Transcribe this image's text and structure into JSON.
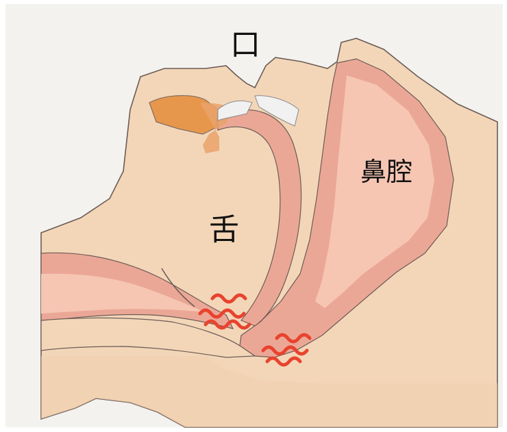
{
  "labels": {
    "mouth": "口",
    "nasal_cavity": "鼻腔",
    "tongue": "舌"
  },
  "colors": {
    "background_frame": "#f3f2ef",
    "skin": "#f3d6b8",
    "mucosa": "#eba796",
    "mucosa_light": "#f6c6b3",
    "airway_dark": "#e7a08e",
    "tooth": "#f1f1f1",
    "lip_orange": "#e58d3a",
    "snore_mark": "#e8432e",
    "outline": "#6b5b55"
  },
  "icons": [
    "snore-wave-icon",
    "snore-wave-icon"
  ]
}
